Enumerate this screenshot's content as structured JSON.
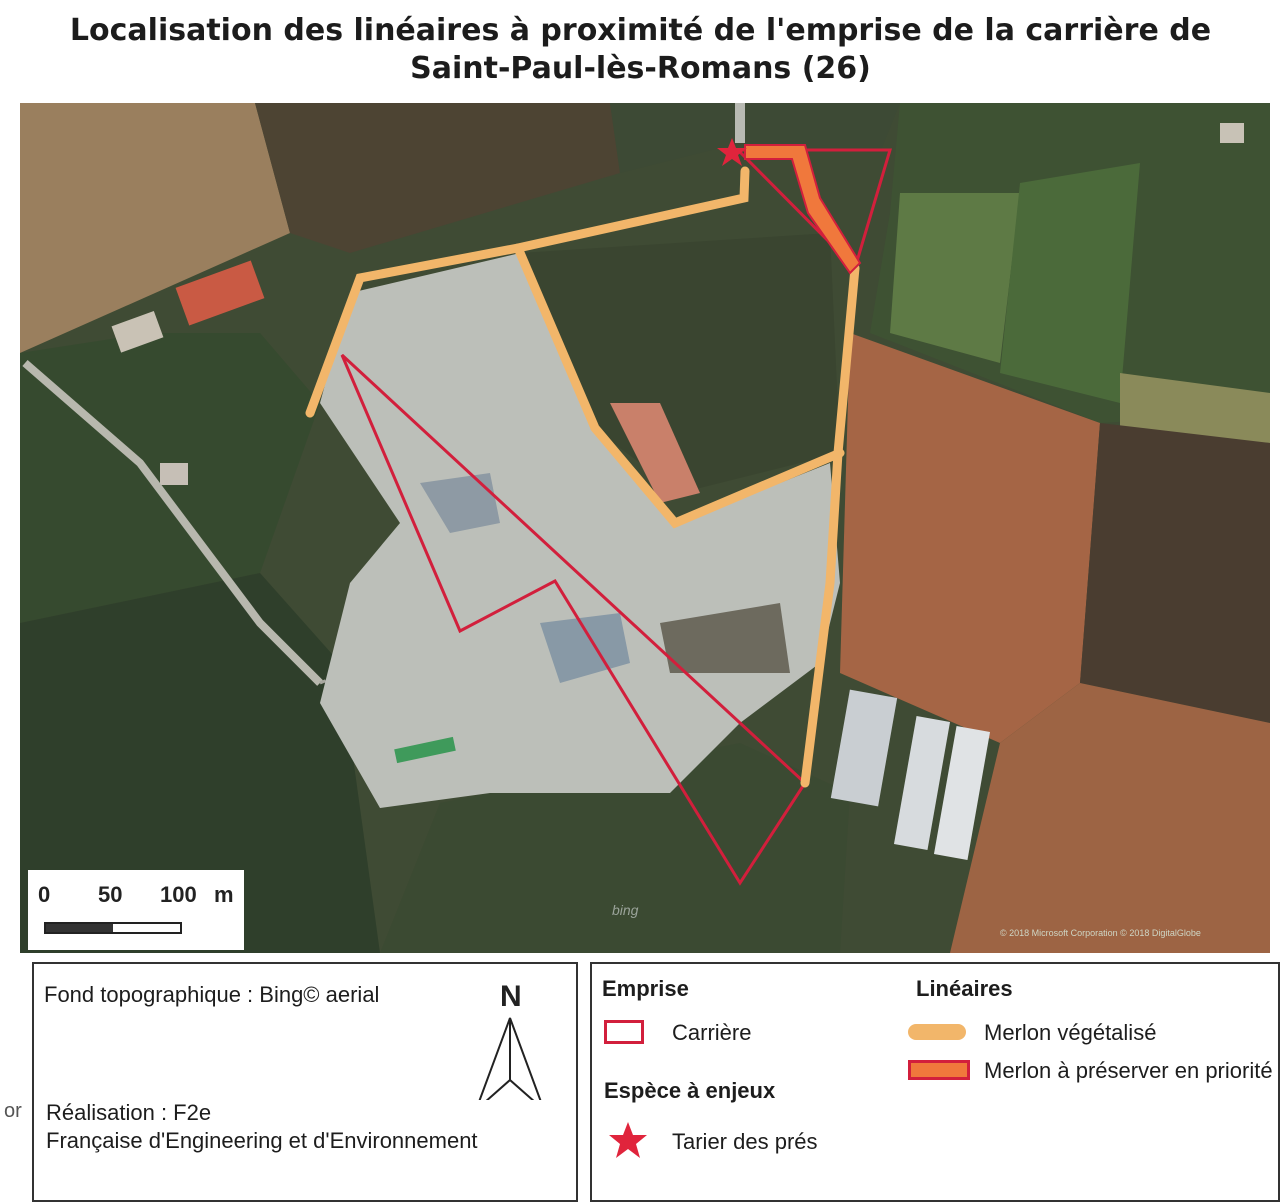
{
  "title": {
    "line1": "Localisation des linéaires à proximité de l'emprise de la carrière de",
    "line2": "Saint-Paul-lès-Romans (26)"
  },
  "map": {
    "scale": {
      "labels": [
        "0",
        "50",
        "100",
        "m"
      ]
    },
    "watermark": "bing",
    "copyright": "© 2018 Microsoft Corporation © 2018 DigitalGlobe"
  },
  "info_panel": {
    "source": "Fond topographique : Bing© aerial",
    "author_label": "Réalisation : F2e",
    "author_name": "Française d'Engineering et d'Environnement",
    "north_label": "N"
  },
  "legend": {
    "emprise_title": "Emprise",
    "carriere": "Carrière",
    "espece_title": "Espèce à enjeux",
    "tarier": "Tarier des prés",
    "lineaires_title": "Linéaires",
    "merlon_vegetalise": "Merlon végétalisé",
    "merlon_priorite": "Merlon à préserver en priorité"
  },
  "side_fragment": "or",
  "colors": {
    "carriere": "#d21f3c",
    "merlon_vegetalise": "#f2b66a",
    "merlon_priorite": "#f0783c",
    "tarier": "#e0243c"
  }
}
